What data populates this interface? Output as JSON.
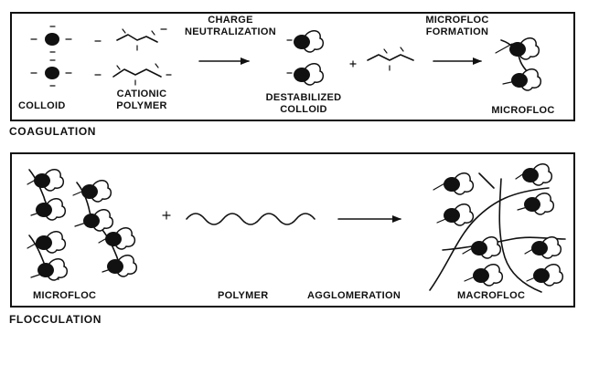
{
  "coagulation": {
    "section_label": "COAGULATION",
    "labels": {
      "colloid": "COLLOID",
      "cationic_line1": "CATIONIC",
      "cationic_line2": "POLYMER",
      "charge_line1": "CHARGE",
      "charge_line2": "NEUTRALIZATION",
      "destabilized_line1": "DESTABILIZED",
      "destabilized_line2": "COLLOID",
      "microfloc_formation_line1": "MICROFLOC",
      "microfloc_formation_line2": "FORMATION",
      "microfloc": "MICROFLOC"
    }
  },
  "flocculation": {
    "section_label": "FLOCCULATION",
    "labels": {
      "microfloc": "MICROFLOC",
      "polymer": "POLYMER",
      "agglomeration": "AGGLOMERATION",
      "macrofloc": "MACROFLOC"
    }
  }
}
